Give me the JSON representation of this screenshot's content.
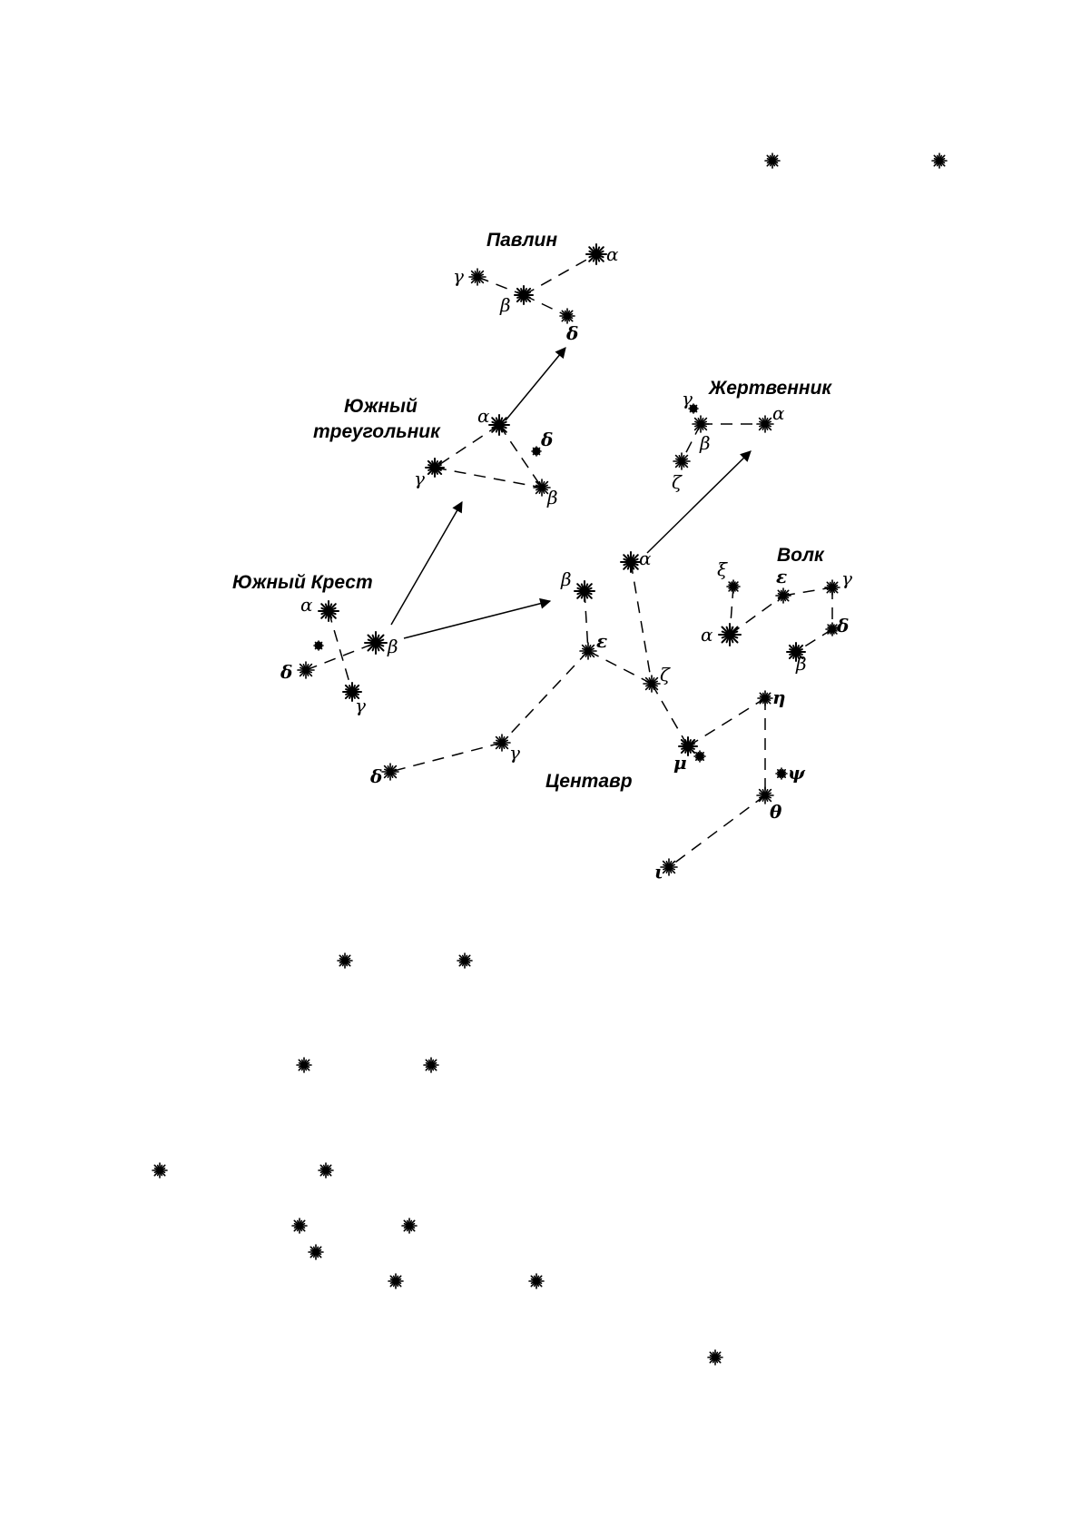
{
  "constellations": {
    "pavo": {
      "name": "Павлин",
      "stars": [
        {
          "id": "pav-alpha",
          "label": "α",
          "bold": false
        },
        {
          "id": "pav-beta",
          "label": "β",
          "bold": false
        },
        {
          "id": "pav-gamma",
          "label": "γ",
          "bold": false
        },
        {
          "id": "pav-delta",
          "label": "δ",
          "bold": true
        }
      ]
    },
    "triangulum_australe": {
      "name_line1": "Южный",
      "name_line2": "треугольник",
      "stars": [
        {
          "id": "tra-alpha",
          "label": "α",
          "bold": false
        },
        {
          "id": "tra-beta",
          "label": "β",
          "bold": false
        },
        {
          "id": "tra-gamma",
          "label": "γ",
          "bold": false
        },
        {
          "id": "tra-delta",
          "label": "δ",
          "bold": true
        }
      ]
    },
    "ara": {
      "name": "Жертвенник",
      "stars": [
        {
          "id": "ara-alpha",
          "label": "α",
          "bold": false
        },
        {
          "id": "ara-beta",
          "label": "β",
          "bold": false
        },
        {
          "id": "ara-gamma",
          "label": "γ",
          "bold": false
        },
        {
          "id": "ara-zeta",
          "label": "ζ",
          "bold": false
        }
      ]
    },
    "crux": {
      "name": "Южный Крест",
      "stars": [
        {
          "id": "cru-alpha",
          "label": "α",
          "bold": false
        },
        {
          "id": "cru-beta",
          "label": "β",
          "bold": false
        },
        {
          "id": "cru-gamma",
          "label": "γ",
          "bold": false
        },
        {
          "id": "cru-delta",
          "label": "δ",
          "bold": true
        }
      ]
    },
    "lupus": {
      "name": "Волк",
      "stars": [
        {
          "id": "lup-alpha",
          "label": "α",
          "bold": false
        },
        {
          "id": "lup-beta",
          "label": "β",
          "bold": false
        },
        {
          "id": "lup-gamma",
          "label": "γ",
          "bold": false
        },
        {
          "id": "lup-delta",
          "label": "δ",
          "bold": true
        },
        {
          "id": "lup-epsilon",
          "label": "ε",
          "bold": true
        },
        {
          "id": "lup-xi",
          "label": "ξ",
          "bold": false
        }
      ]
    },
    "centaurus": {
      "name": "Центавр",
      "stars": [
        {
          "id": "cen-alpha",
          "label": "α",
          "bold": false
        },
        {
          "id": "cen-beta",
          "label": "β",
          "bold": false
        },
        {
          "id": "cen-gamma",
          "label": "γ",
          "bold": false
        },
        {
          "id": "cen-delta",
          "label": "δ",
          "bold": true
        },
        {
          "id": "cen-epsilon",
          "label": "ε",
          "bold": true
        },
        {
          "id": "cen-zeta",
          "label": "ζ",
          "bold": false
        },
        {
          "id": "cen-mu",
          "label": "μ",
          "bold": true
        },
        {
          "id": "cen-eta",
          "label": "η",
          "bold": true
        },
        {
          "id": "cen-psi",
          "label": "ψ",
          "bold": true
        },
        {
          "id": "cen-theta",
          "label": "θ",
          "bold": true
        },
        {
          "id": "cen-iota",
          "label": "ι",
          "bold": true
        }
      ]
    }
  },
  "colors": {
    "ink": "#000000",
    "background": "#ffffff"
  }
}
